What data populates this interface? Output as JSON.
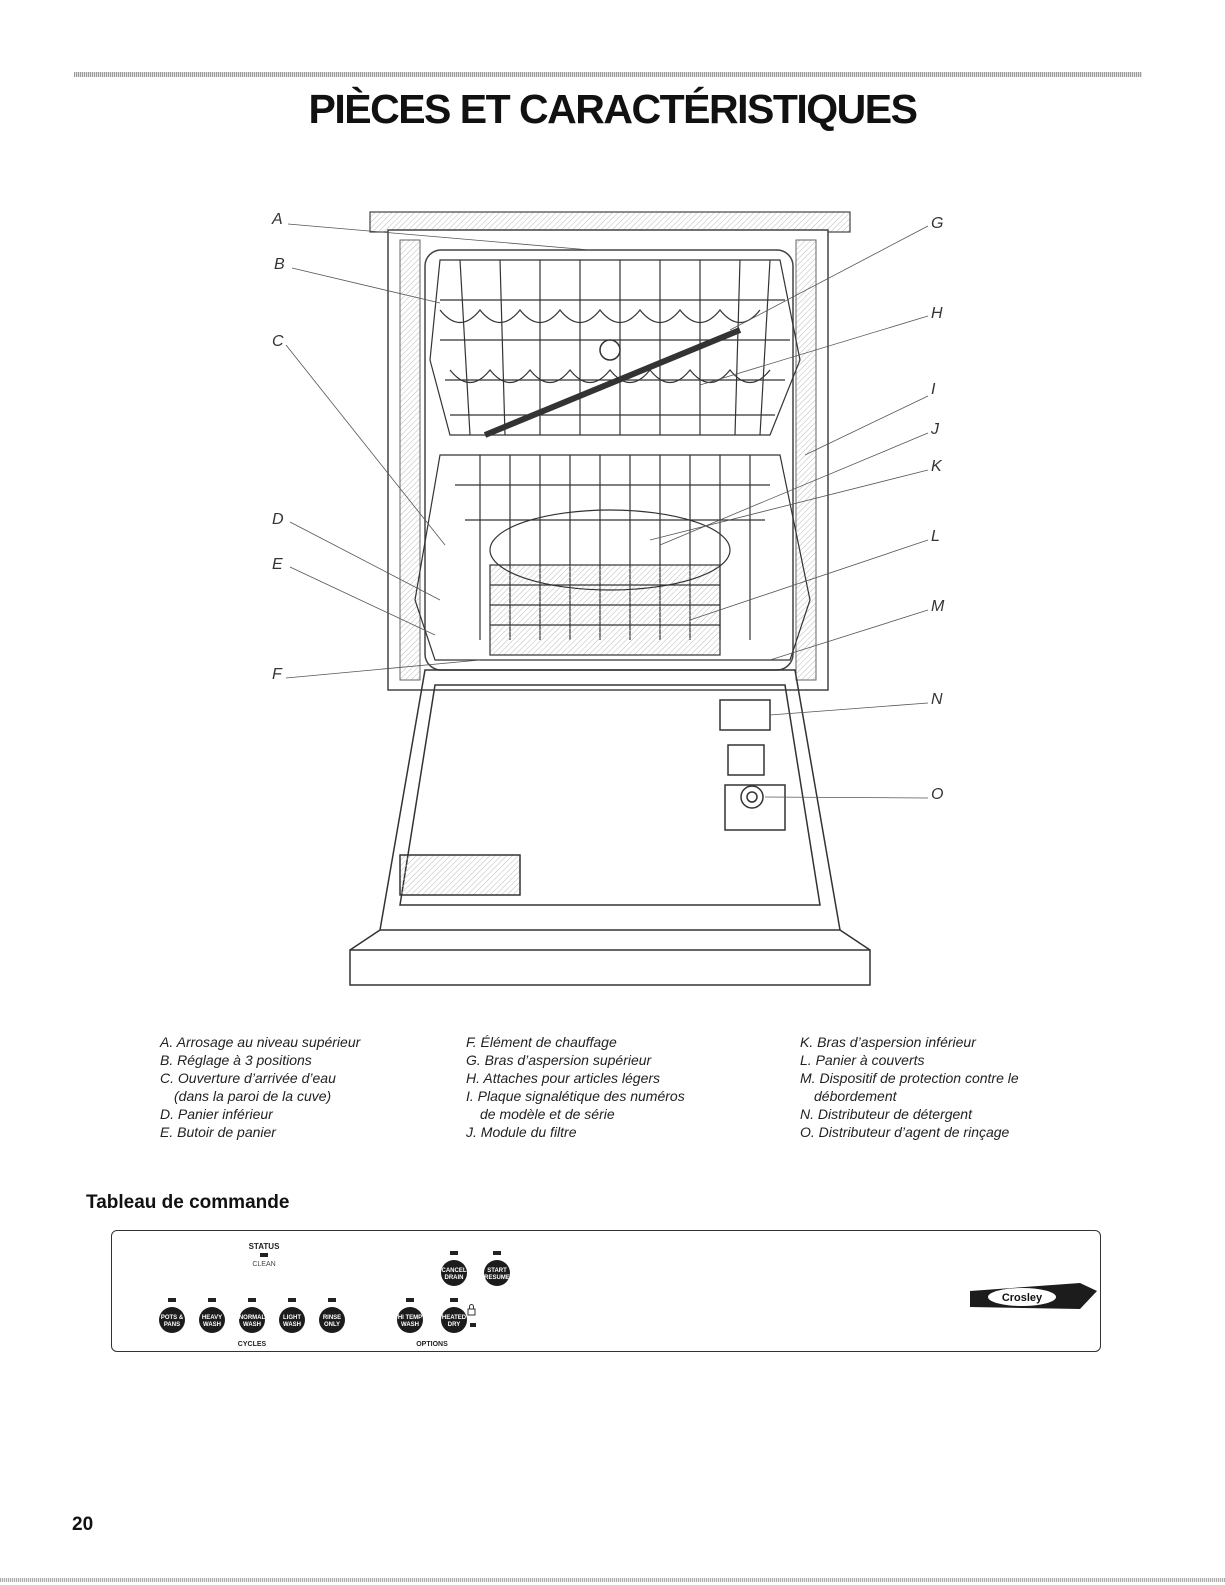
{
  "page": {
    "title": "PIÈCES ET CARACTÉRISTIQUES",
    "page_number": "20"
  },
  "diagram": {
    "callouts": [
      "A",
      "B",
      "C",
      "D",
      "E",
      "F",
      "G",
      "H",
      "I",
      "J",
      "K",
      "L",
      "M",
      "N",
      "O"
    ]
  },
  "legend": {
    "col1": [
      {
        "letter": "A.",
        "text": "Arrosage au niveau supérieur"
      },
      {
        "letter": "B.",
        "text": "Réglage à 3 positions"
      },
      {
        "letter": "C.",
        "text": "Ouverture d’arrivée d’eau",
        "sub": "(dans la paroi de la cuve)"
      },
      {
        "letter": "D.",
        "text": "Panier inférieur"
      },
      {
        "letter": "E.",
        "text": "Butoir de panier"
      }
    ],
    "col2": [
      {
        "letter": "F.",
        "text": "Élément de chauffage"
      },
      {
        "letter": "G.",
        "text": "Bras d’aspersion supérieur"
      },
      {
        "letter": "H.",
        "text": "Attaches pour articles légers"
      },
      {
        "letter": "I.",
        "text": "Plaque signalétique des numéros",
        "sub": "de modèle et de série"
      },
      {
        "letter": "J.",
        "text": "Module du filtre"
      }
    ],
    "col3": [
      {
        "letter": "K.",
        "text": "Bras d’aspersion inférieur"
      },
      {
        "letter": "L.",
        "text": "Panier à couverts"
      },
      {
        "letter": "M.",
        "text": "Dispositif de protection contre le",
        "sub": "débordement"
      },
      {
        "letter": "N.",
        "text": "Distributeur de détergent"
      },
      {
        "letter": "O.",
        "text": "Distributeur d’agent de rinçage"
      }
    ]
  },
  "control_panel": {
    "section_title": "Tableau de commande",
    "status_label": "STATUS",
    "clean_label": "CLEAN",
    "cycles_label": "CYCLES",
    "options_label": "OPTIONS",
    "cycle_buttons": [
      [
        "POTS &",
        "PANS"
      ],
      [
        "HEAVY",
        "WASH"
      ],
      [
        "NORMAL",
        "WASH"
      ],
      [
        "LIGHT",
        "WASH"
      ],
      [
        "RINSE",
        "ONLY"
      ]
    ],
    "option_buttons": [
      [
        "HI TEMP",
        "WASH"
      ],
      [
        "HEATED",
        "DRY"
      ]
    ],
    "control_buttons": [
      [
        "CANCEL",
        "DRAIN"
      ],
      [
        "START",
        "RESUME"
      ]
    ],
    "brand": "Crosley",
    "lock_icon": "lock-icon"
  }
}
